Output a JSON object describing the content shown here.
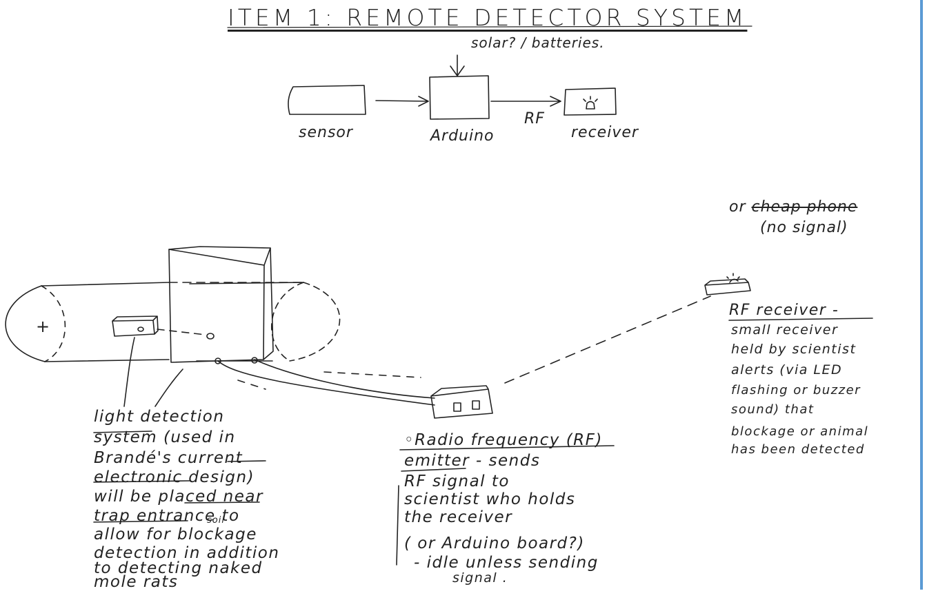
{
  "title": "ITEM 1:  REMOTE DETECTOR SYSTEM",
  "block_diagram": {
    "power_label": "solar? / batteries.",
    "sensor_label": "sensor",
    "arduino_label": "Arduino",
    "rf_label": "RF",
    "receiver_label": "receiver"
  },
  "phone_note": {
    "prefix": "or",
    "struck": "cheap phone",
    "paren": "(no signal)"
  },
  "tube_plus": "+",
  "light_note": {
    "lines": [
      "light detection",
      "system (used in",
      "Brandé's current",
      "electronic design)",
      "will be placed near",
      "trap entrance to",
      "allow for blockage",
      "detection in addition",
      "to detecting naked",
      "mole rats"
    ],
    "soil_insert": "soil"
  },
  "emitter_note": {
    "lines": [
      "◦Radio frequency (RF)",
      "emitter - sends",
      "RF signal to",
      "scientist who holds",
      "the receiver",
      "( or Arduino board?)",
      "- idle unless sending",
      "signal ."
    ]
  },
  "receiver_note": {
    "lines": [
      "RF receiver -",
      "small receiver",
      "held by scientist",
      "alerts (via LED",
      "flashing or buzzer",
      "sound)  that",
      "blockage or animal",
      "has been detected"
    ]
  }
}
